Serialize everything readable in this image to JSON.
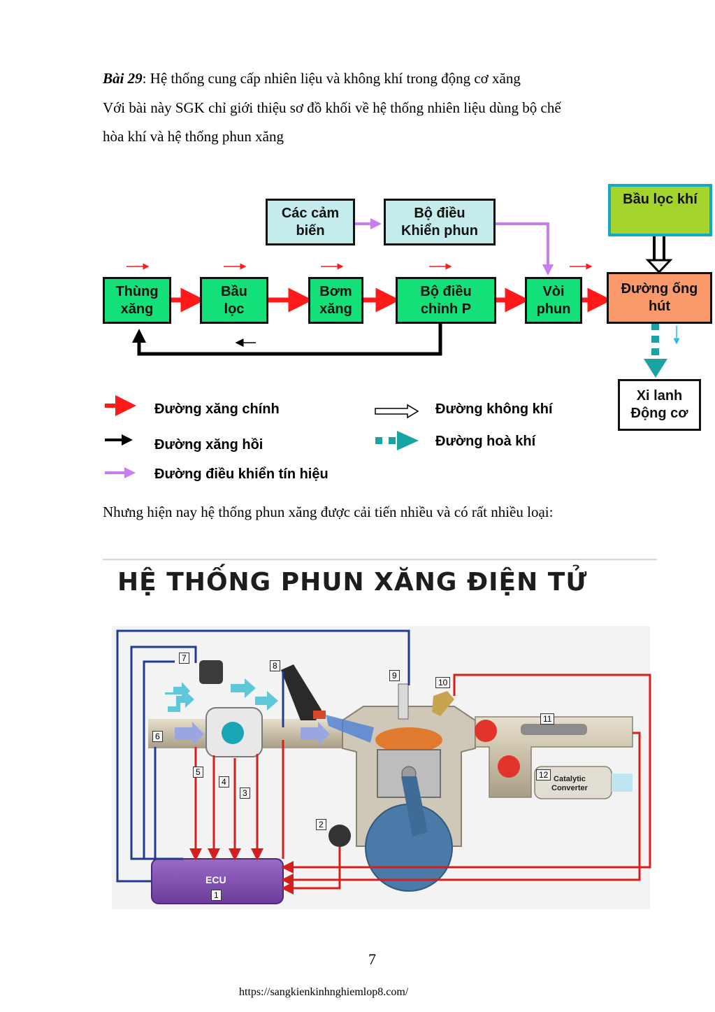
{
  "text": {
    "lesson_label": "Bài 29",
    "lesson_title": ": Hệ thống cung cấp nhiên liệu và không khí trong động cơ xăng",
    "line2": "Với bài này SGK chỉ giới thiệu sơ đồ khối về hệ thống nhiên liệu dùng bộ chế",
    "line3": "hòa khí và hệ thống phun xăng",
    "line4": "Nhưng hiện nay hệ thống phun xăng được cải tiến  nhiều và có rất nhiều loại:"
  },
  "diagram": {
    "blocks": {
      "sensors": "Các cảm\nbiến",
      "injection_controller": "Bộ điều\nKhiển phun",
      "air_filter": "Bầu lọc khí",
      "tank": "Thùng\nxăng",
      "filter": "Bầu\nlọc",
      "pump": "Bơm\nxăng",
      "regulator": "Bộ điều\nchỉnh P",
      "injector": "Vòi\nphun",
      "intake": "Đường ống\nhút",
      "cylinder": "Xi lanh\nĐộng cơ"
    },
    "legend": {
      "main_fuel": "Đường xăng chính",
      "return_fuel": "Đường xăng hồi",
      "control_signal": "Đường điều khiển tín hiệu",
      "air": "Đường không khí",
      "mixture": "Đường hoà khí"
    },
    "colors": {
      "main_fuel": "#ff1a1a",
      "return_fuel": "#000000",
      "control_signal": "#c77cf0",
      "mixture": "#1aa3a3",
      "block_green": "#14e07a",
      "block_cyan": "#c4ecec",
      "block_orange": "#fa9a6a",
      "block_lime": "#a4d42c"
    }
  },
  "photo": {
    "title": "HỆ THỐNG PHUN XĂNG ĐIỆN TỬ",
    "ecu_label": "ECU",
    "numbers": [
      "1",
      "2",
      "3",
      "4",
      "5",
      "6",
      "7",
      "8",
      "9",
      "10",
      "11",
      "12"
    ],
    "catalytic_label": "Catalytic\nConverter"
  },
  "footer": {
    "page_number": "7",
    "url": "https://sangkienkinhnghiemlop8.com/"
  }
}
